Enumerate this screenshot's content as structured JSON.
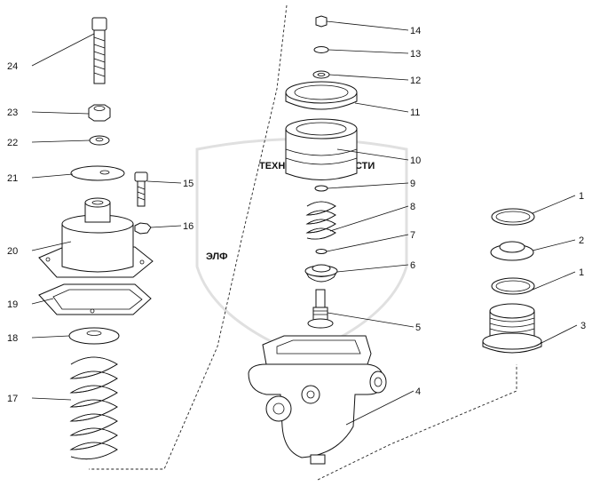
{
  "watermark": {
    "line1": "ТЕХНИКА",
    "line2": "ЗАПЧАСТИ",
    "big": "ЭЛФ",
    "color": "#d9d9d9"
  },
  "callouts": [
    {
      "id": "c24",
      "label": "24"
    },
    {
      "id": "c23",
      "label": "23"
    },
    {
      "id": "c22",
      "label": "22"
    },
    {
      "id": "c21",
      "label": "21"
    },
    {
      "id": "c20",
      "label": "20"
    },
    {
      "id": "c19",
      "label": "19"
    },
    {
      "id": "c18",
      "label": "18"
    },
    {
      "id": "c17",
      "label": "17"
    },
    {
      "id": "c15",
      "label": "15"
    },
    {
      "id": "c16",
      "label": "16"
    },
    {
      "id": "c14",
      "label": "14"
    },
    {
      "id": "c13",
      "label": "13"
    },
    {
      "id": "c12",
      "label": "12"
    },
    {
      "id": "c11",
      "label": "11"
    },
    {
      "id": "c10",
      "label": "10"
    },
    {
      "id": "c9",
      "label": "9"
    },
    {
      "id": "c8",
      "label": "8"
    },
    {
      "id": "c7",
      "label": "7"
    },
    {
      "id": "c6",
      "label": "6"
    },
    {
      "id": "c5",
      "label": "5"
    },
    {
      "id": "c4",
      "label": "4"
    },
    {
      "id": "c1a",
      "label": "1"
    },
    {
      "id": "c2",
      "label": "2"
    },
    {
      "id": "c1b",
      "label": "1"
    },
    {
      "id": "c3",
      "label": "3"
    }
  ]
}
